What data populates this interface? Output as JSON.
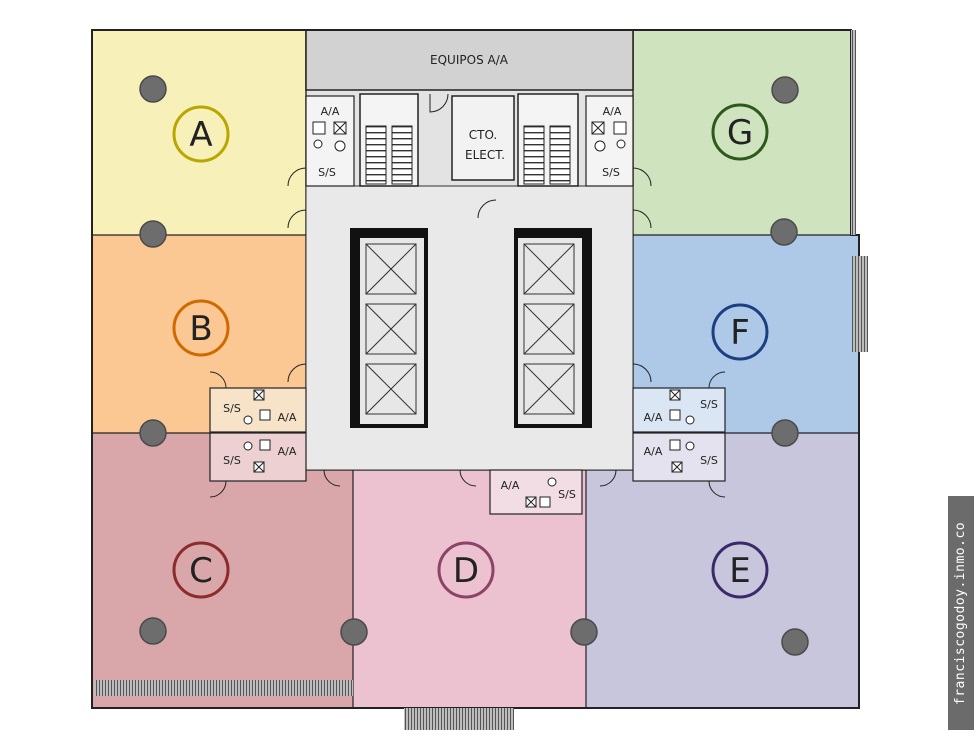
{
  "units": [
    {
      "label": "A",
      "fill": "#f7f0b9",
      "ring": "#b9a700"
    },
    {
      "label": "B",
      "fill": "#fbc894",
      "ring": "#d06a00"
    },
    {
      "label": "C",
      "fill": "#d9a6a9",
      "ring": "#8b2b2b"
    },
    {
      "label": "D",
      "fill": "#ecc1d0",
      "ring": "#8c4366"
    },
    {
      "label": "E",
      "fill": "#c8c6dc",
      "ring": "#3b2a6a"
    },
    {
      "label": "F",
      "fill": "#aec8e8",
      "ring": "#1d3f80"
    },
    {
      "label": "G",
      "fill": "#cfe3bf",
      "ring": "#2b5a1c"
    }
  ],
  "labels": {
    "equipment": "EQUIPOS A/A",
    "electrical_room_line1": "CTO.",
    "electrical_room_line2": "ELECT.",
    "ac": "A/A",
    "restroom": "S/S"
  },
  "colors": {
    "core": "#e3e3e3",
    "wall": "#222222",
    "column": "#6d6d6d"
  },
  "watermark": "franciscogodoy.inmo.co"
}
